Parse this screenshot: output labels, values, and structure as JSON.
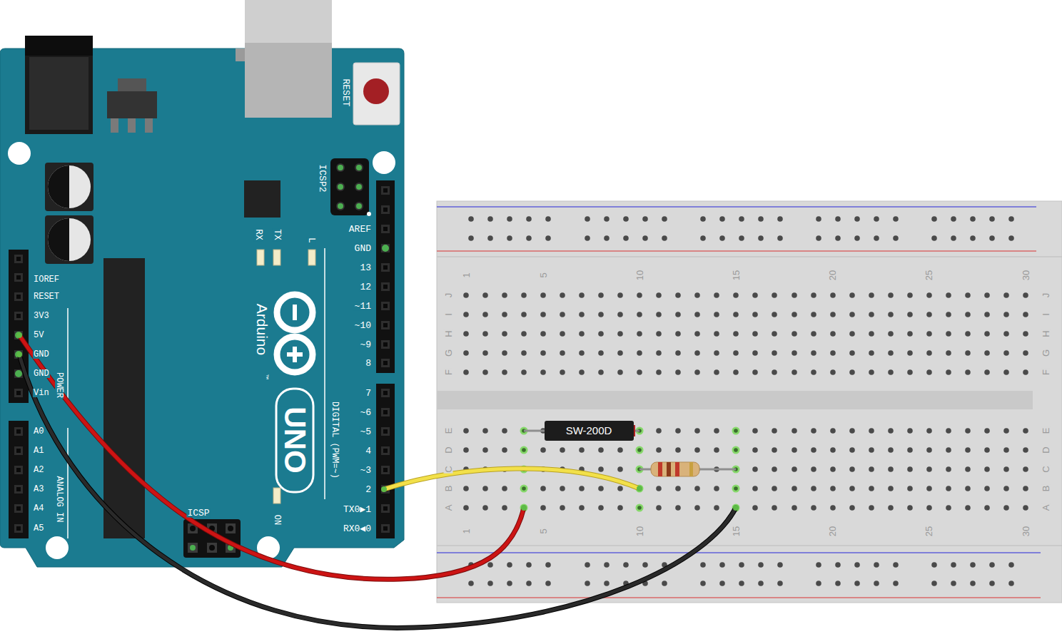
{
  "diagram": {
    "nodes": [
      {
        "text": [
          "SW-200D"
        ]
      }
    ],
    "labels": [
      "RESET",
      "ICSP2",
      "RX",
      "TX",
      "L",
      "AREF",
      "GND",
      "13",
      "12",
      "~11",
      "~10",
      "~9",
      "8",
      "7",
      "~6",
      "~5",
      "4",
      "~3",
      "2",
      "TX0▶1",
      "RX0◀0",
      "IOREF",
      "RESET",
      "3V3",
      "5V",
      "GND",
      "GND",
      "Vin",
      "POWER",
      "A0",
      "A1",
      "A2",
      "A3",
      "A4",
      "A5",
      "ANALOG IN",
      "Arduino",
      "™",
      "UNO",
      "DIGITAL (PWM=~)",
      "ICSP",
      "ON",
      "1",
      "5",
      "10",
      "15",
      "20",
      "25",
      "30",
      "J",
      "I",
      "H",
      "G",
      "F",
      "J",
      "I",
      "H",
      "G",
      "F",
      "E",
      "D",
      "C",
      "B",
      "A",
      "E",
      "D",
      "C",
      "B",
      "A",
      "1",
      "5",
      "10",
      "15",
      "20",
      "25",
      "30"
    ]
  }
}
